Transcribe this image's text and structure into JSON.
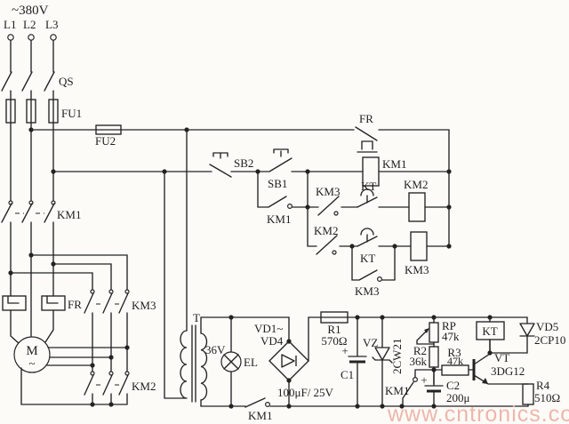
{
  "watermark": {
    "text": "www.cntronics.com",
    "color": "#edafa3"
  },
  "power": {
    "v380": "~380V",
    "l1": "L1",
    "l2": "L2",
    "l3": "L3",
    "qs": "QS",
    "fu1": "FU1",
    "fu2": "FU2"
  },
  "main": {
    "km1": "KM1",
    "fr": "FR",
    "km3": "KM3",
    "km2": "KM2",
    "motor_m": "M",
    "motor_tilde": "~"
  },
  "control": {
    "sb2": "SB2",
    "sb1": "SB1",
    "km1_aux": "KM1",
    "fr_nc": "FR",
    "km1_coil": "KM1",
    "km3_nc": "KM3",
    "kt1": "KT",
    "km2_coil": "KM2",
    "km2_nc": "KM2",
    "kt2": "KT",
    "km3_coil": "KM3",
    "km3_no": "KM3"
  },
  "elec": {
    "t": "T",
    "v36": "36V",
    "el": "EL",
    "vd14a": "VD1~",
    "vd14b": "VD4",
    "km1_lamp": "KM1",
    "r1": "R1",
    "r1v": "570Ω",
    "c1_plus": "+",
    "c1": "C1",
    "c1v": "100μF/ 25V",
    "vz": "VZ",
    "vzt": "2CW21",
    "rp": "RP",
    "rpv": "47k",
    "r2": "R2",
    "r2v": "36k",
    "r3": "R3",
    "r3v": "47k",
    "kt": "KT",
    "vd5": "VD5",
    "vd5t": "2CP10",
    "vt": "VT",
    "vtt": "3DG12",
    "c2_plus": "+",
    "c2": "C2",
    "c2v": "200μ",
    "km1_nc": "KM1",
    "r4": "R4",
    "r4v": "510Ω"
  }
}
